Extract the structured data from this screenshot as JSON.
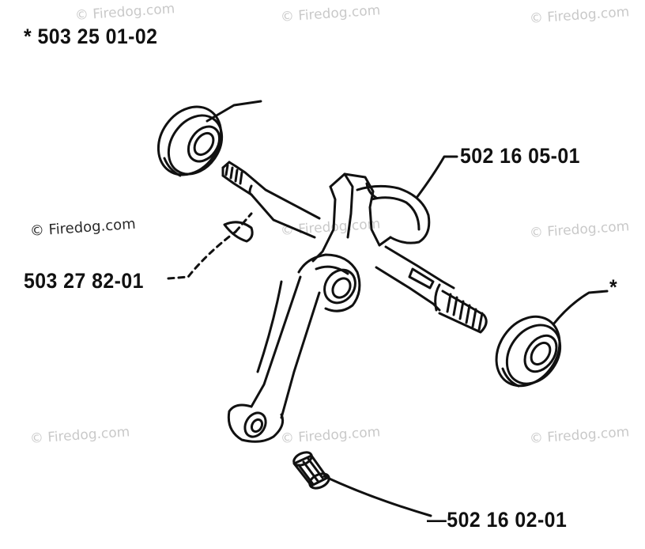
{
  "parts": {
    "kit": "* 503 25 01-02",
    "crankshaft": "502 16 05-01",
    "key": "503 27 82-01",
    "bearing_right": "*",
    "needle_bearing": "—502 16 02-01"
  },
  "watermark": {
    "text": "© Firedog.com"
  },
  "colors": {
    "line": "#111111",
    "watermark": "#c9c9c9"
  }
}
